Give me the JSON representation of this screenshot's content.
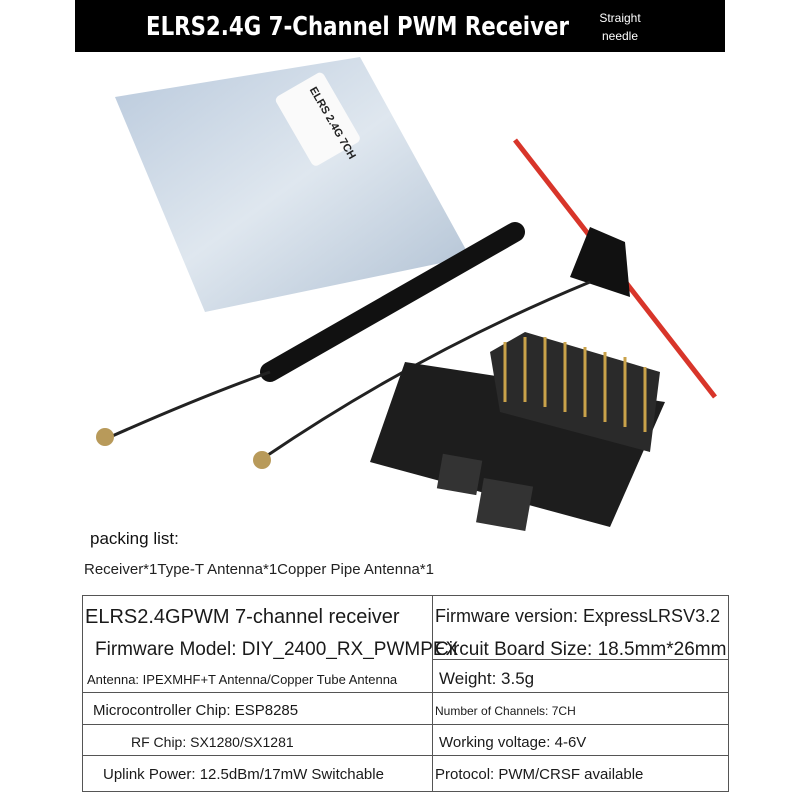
{
  "header": {
    "title": "ELRS2.4G 7-Channel PWM Receiver",
    "note": "Straight needle"
  },
  "product_label": "ELRS 2.4G 7CH",
  "packing": {
    "heading": "packing list:",
    "items": "Receiver*1Type-T Antenna*1Copper Pipe Antenna*1"
  },
  "specs": {
    "left": [
      "ELRS2.4GPWM 7-channel receiver",
      "Firmware Model: DIY_2400_RX_PWMPEX",
      "Antenna: IPEXMHF+T Antenna/Copper Tube Antenna",
      "Microcontroller Chip: ESP8285",
      "RF Chip: SX1280/SX1281",
      "Uplink Power: 12.5dBm/17mW Switchable"
    ],
    "right": [
      "Firmware version: ExpressLRSV3.2",
      "Circuit Board Size: 18.5mm*26mm",
      "Weight: 3.5g",
      "Number of Channels: 7CH",
      "Working voltage: 4-6V",
      "Protocol: PWM/CRSF available"
    ]
  },
  "colors": {
    "header_bg": "#000000",
    "antenna_red": "#d8352a"
  }
}
